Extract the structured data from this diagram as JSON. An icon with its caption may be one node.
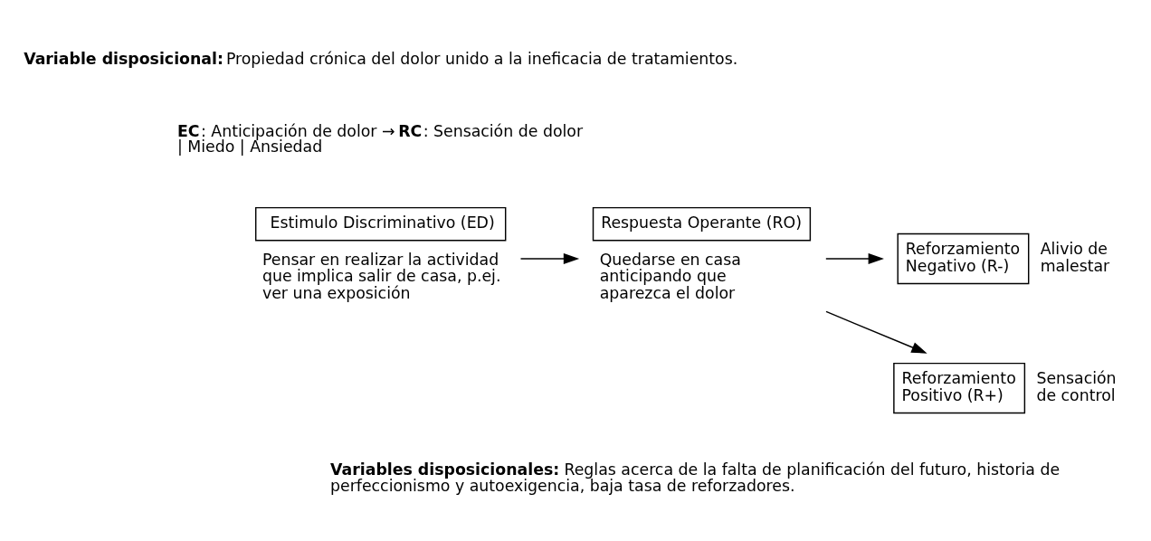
{
  "diagram": {
    "nodes": [
      {
        "text": [
          "Estimulo Discriminativo (ED)"
        ],
        "beside": [
          "Pensar en realizar la actividad que implica salir de casa, p.ej. ver una exposición"
        ]
      },
      {
        "text": [
          "Respuesta Operante (RO)"
        ],
        "beside": [
          "Quedarse en casa anticipando que aparezca el dolor"
        ]
      },
      {
        "text": [
          "Reforzamiento Negativo (R-)"
        ],
        "beside": [
          "Alivio de malestar"
        ]
      },
      {
        "text": [
          "Reforzamiento Positivo (R+)"
        ],
        "beside": [
          "Sensación de control"
        ]
      }
    ],
    "edges": [
      {
        "from": 0,
        "to": 1,
        "arrow": "to"
      },
      {
        "from": 1,
        "to": 2,
        "arrow": "to"
      },
      {
        "from": 1,
        "to": 3,
        "arrow": "to"
      }
    ],
    "labels": [
      "**Variable disposicional:** Propiedad crónica del dolor unido a la ineficacia de tratamientos.",
      "**EC**: Anticipación de dolor → **RC**: Sensación de dolor | Miedo | Ansiedad",
      "**Variables disposicionales:** Reglas acerca de la falta de planificación del futuro, historia de perfeccionismo y autoexigencia, baja tasa de reforzadores."
    ]
  }
}
